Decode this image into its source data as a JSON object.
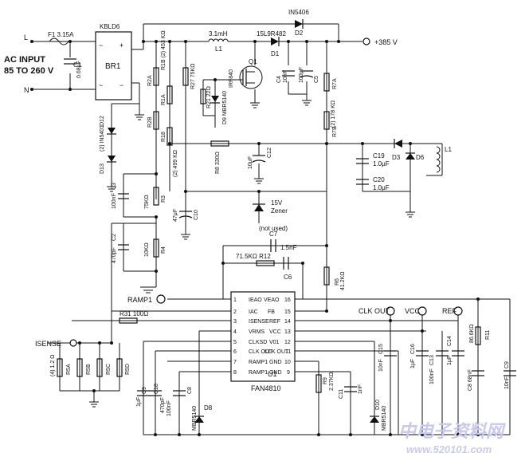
{
  "labels": {
    "ac_title": "AC INPUT",
    "ac_range": "85 TO 260 V",
    "L": "L",
    "N": "N",
    "f1": "F1 3.15A",
    "br_part": "KBLD6",
    "br1": "BR1",
    "c1": "C1",
    "c1_val": "0.68μF",
    "in5406": "IN5406",
    "d2": "D2",
    "ind_val": "3.1mH",
    "l1": "L1",
    "d1_part": "15L9R482",
    "d1": "D1",
    "out385": "+385 V",
    "q1": "Q1",
    "irf840": "IRF840",
    "c4": "C4",
    "c4_val": "10nF",
    "c5_val": "100μF",
    "c5": "C5",
    "r2a": "R2A",
    "r1a": "R1A",
    "r2b": "R2B",
    "r1b_val": "R1B (2) 453 KΩ",
    "r27": "R27 75KΩ",
    "r21": "R21 22Ω",
    "d9": "D9 MBR5140",
    "r7a": "R7A",
    "r7b_val": "(2) 178 KΩ",
    "r7b": "R7B",
    "r18": "R18",
    "r18_val": "(2) 499 KΩ",
    "r8": "R8 330Ω",
    "c12": "C12",
    "c12_val": "10μF",
    "d12": "D12",
    "d12_val": "(2) IN5401",
    "d13": "D13",
    "c3": "C3",
    "c3_val": "100nF",
    "r3": "R3",
    "r3_val": "75KΩ",
    "c2": "C2",
    "c2_val": "470pF",
    "r4": "R4",
    "r4_val": "10KΩ",
    "c10": "C10",
    "c10_val": "47μF",
    "zener": "15V",
    "zener2": "Zener",
    "c19": "C19",
    "c19_val": "1.0μF",
    "d3": "D3",
    "d6": "D6",
    "l1_aux": "L1",
    "c20": "C20",
    "c20_val": "1.0μF",
    "c7": "C7",
    "not_used": "(not used)",
    "c7_val": "1.5nF",
    "r12": "71.5KΩ R12",
    "c6": "C6",
    "r6": "R6",
    "r6_val": "41.2KΩ",
    "ramp1": "RAMP1",
    "clk_out": "CLK OUT",
    "vcc": "VCC",
    "ref": "REF",
    "r31": "R31 100Ω",
    "isense": "ISENSE",
    "r5_label": "(4) 1.2 Ω",
    "r5a": "R5A",
    "r5b": "R5B",
    "r5c": "R5C",
    "r5d": "R5D",
    "c9": "C9",
    "c9_val": "1μF",
    "c18": "C18",
    "c18_val": "470pF",
    "c8_left": "C8",
    "c8l_val": "100nF",
    "d8": "D8",
    "d8_part": "MBR5140",
    "r9": "R9",
    "r9_val": "2.37KΩ",
    "c11": "C11",
    "c11_val": "1nF",
    "d10_part": "MBR5140",
    "d10": "D10",
    "c15": "C15",
    "c15_val": "10nF",
    "c16": "C16",
    "c16_val": "1μF",
    "c13": "C13",
    "c13_val": "100nF",
    "c14": "C14",
    "c14_val": "1μF",
    "c8r": "C8 68nF",
    "r11": "R11",
    "r11_val": "86.6KΩ",
    "c9r": "C9",
    "c9r_val": "10nF",
    "ic_name": "U1",
    "ic_part": "FAN4810",
    "watermark": "中电子资料网",
    "watermark_url": "www.520101.com"
  },
  "ic_pins": {
    "left": [
      {
        "num": "1",
        "name": "IEAO"
      },
      {
        "num": "2",
        "name": "IAC"
      },
      {
        "num": "3",
        "name": "ISENSE"
      },
      {
        "num": "4",
        "name": "VRMS"
      },
      {
        "num": "5",
        "name": "CLKSD"
      },
      {
        "num": "6",
        "name": "CLK OUT"
      },
      {
        "num": "7",
        "name": "RAMP1"
      },
      {
        "num": "8",
        "name": "RAMP1"
      }
    ],
    "right": [
      {
        "num": "16",
        "name": "VEAO"
      },
      {
        "num": "15",
        "name": "FB"
      },
      {
        "num": "14",
        "name": "REF"
      },
      {
        "num": "13",
        "name": "VCC"
      },
      {
        "num": "12",
        "name": "V01"
      },
      {
        "num": "11",
        "name": "CLK OUT"
      },
      {
        "num": "10",
        "name": "GND"
      },
      {
        "num": "9",
        "name": "GND"
      }
    ]
  }
}
